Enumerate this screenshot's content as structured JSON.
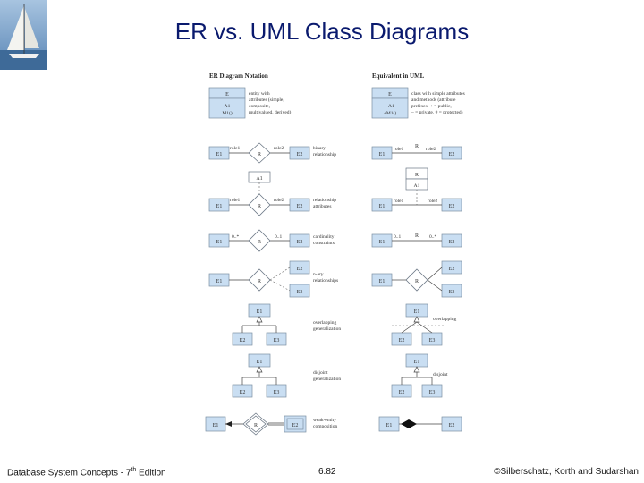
{
  "title": "ER vs. UML Class Diagrams",
  "footer": {
    "left_main": "Database System Concepts - 7",
    "left_sup": "th",
    "left_end": " Edition",
    "center": "6.82",
    "right": "©Silberschatz, Korth and Sudarshan"
  },
  "figure": {
    "left_heading": "ER Diagram Notation",
    "right_heading": "Equivalent in UML",
    "rows": [
      {
        "name": "entity",
        "er": {
          "entity": "E",
          "attrs": [
            "A1",
            "M1()"
          ]
        },
        "uml": {
          "class": "E",
          "attrs": [
            "–A1",
            "+M1()"
          ]
        },
        "desc": [
          "entity with",
          "attributes (simple,",
          "composite,",
          "multivalued, derived)"
        ],
        "uml_desc": [
          "class with simple attributes",
          "and methods (attribute",
          "prefixes: + = public,",
          "– = private, # = protected)"
        ]
      },
      {
        "name": "binary",
        "er": {
          "e1": "E1",
          "rel": "R",
          "e2": "E2",
          "role1": "role1",
          "role2": "role2"
        },
        "uml": {
          "e1": "E1",
          "rel": "R",
          "e2": "E2",
          "role1": "role1",
          "role2": "role2"
        },
        "desc": [
          "binary",
          "relationship"
        ]
      },
      {
        "name": "relattr",
        "er": {
          "attr": "A1",
          "e1": "E1",
          "rel": "R",
          "e2": "E2",
          "role1": "role1",
          "role2": "role2"
        },
        "uml": {
          "cls": "R",
          "attr": "A1",
          "e1": "E1",
          "e2": "E2",
          "role1": "role1",
          "role2": "role2"
        },
        "desc": [
          "relationship",
          "attributes"
        ]
      },
      {
        "name": "card",
        "er": {
          "e1": "E1",
          "rel": "R",
          "e2": "E2",
          "c1": "0..*",
          "c2": "0..1"
        },
        "uml": {
          "e1": "E1",
          "rel": "R",
          "e2": "E2",
          "c1": "0..1",
          "c2": "0..*"
        },
        "desc": [
          "cardinality",
          "constraints"
        ]
      },
      {
        "name": "nway",
        "er": {
          "e1": "E1",
          "rel": "R",
          "e2": "E2",
          "e3": "E3"
        },
        "uml": {
          "e1": "E1",
          "rel": "R",
          "e2": "E2",
          "e3": "E3"
        },
        "desc": [
          "n-ary",
          "relationships"
        ]
      },
      {
        "name": "overlap",
        "er": {
          "top": "E1",
          "b1": "E2",
          "b2": "E3"
        },
        "uml": {
          "top": "E1",
          "b1": "E2",
          "b2": "E3",
          "label": "overlapping"
        },
        "desc": [
          "overlapping",
          "generalization"
        ]
      },
      {
        "name": "disjoint",
        "er": {
          "top": "E1",
          "b1": "E2",
          "b2": "E3"
        },
        "uml": {
          "top": "E1",
          "b1": "E2",
          "b2": "E3",
          "label": "disjoint"
        },
        "desc": [
          "disjoint",
          "generalization"
        ]
      },
      {
        "name": "weak",
        "er": {
          "e1": "E1",
          "rel": "R",
          "e2": "E2"
        },
        "uml": {
          "e1": "E1",
          "e2": "E2"
        },
        "desc": [
          "weak-entity",
          "composition"
        ]
      }
    ]
  }
}
